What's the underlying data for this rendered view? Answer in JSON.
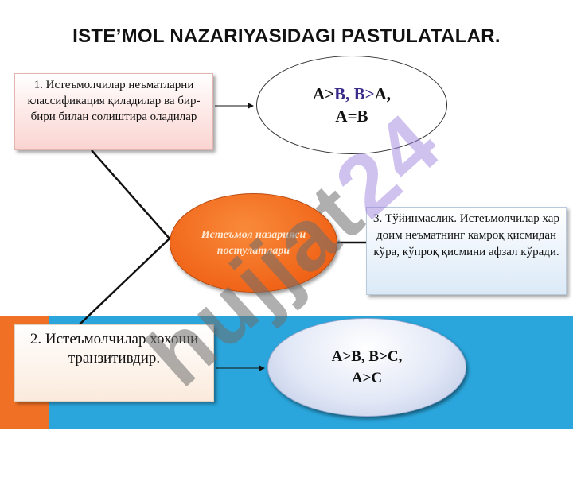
{
  "title": "ISTE’MOL NAZARIYASIDAGI PASTULATALAR.",
  "center": {
    "text": "Истеъмол назарияси постулатлари"
  },
  "box1": {
    "text": "1. Истеъмолчилар неъматларни классификация қиладилар ва бир-бири билан солиштира оладилар"
  },
  "box2": {
    "text": "2. Истеъмолчилар хохоши транзитивдир."
  },
  "box3": {
    "text": "3. Тўйинмаслик. Истеъмолчилар хар доим неъматнинг камроқ қисмидан кўра, кўпроқ қисмини афзал кўради."
  },
  "oval_top": {
    "line1_a": "A>",
    "line1_b": "B, B>",
    "line1_c": "A,",
    "line2": "A=B"
  },
  "oval_bottom": {
    "line1": "A>B, B>C,",
    "line2": "A>C"
  },
  "watermark": {
    "main": "hujjat",
    "tail": "24"
  },
  "colors": {
    "band_blue": "#2aa6dc",
    "band_orange": "#f07025",
    "center_orange": "#f06418"
  }
}
